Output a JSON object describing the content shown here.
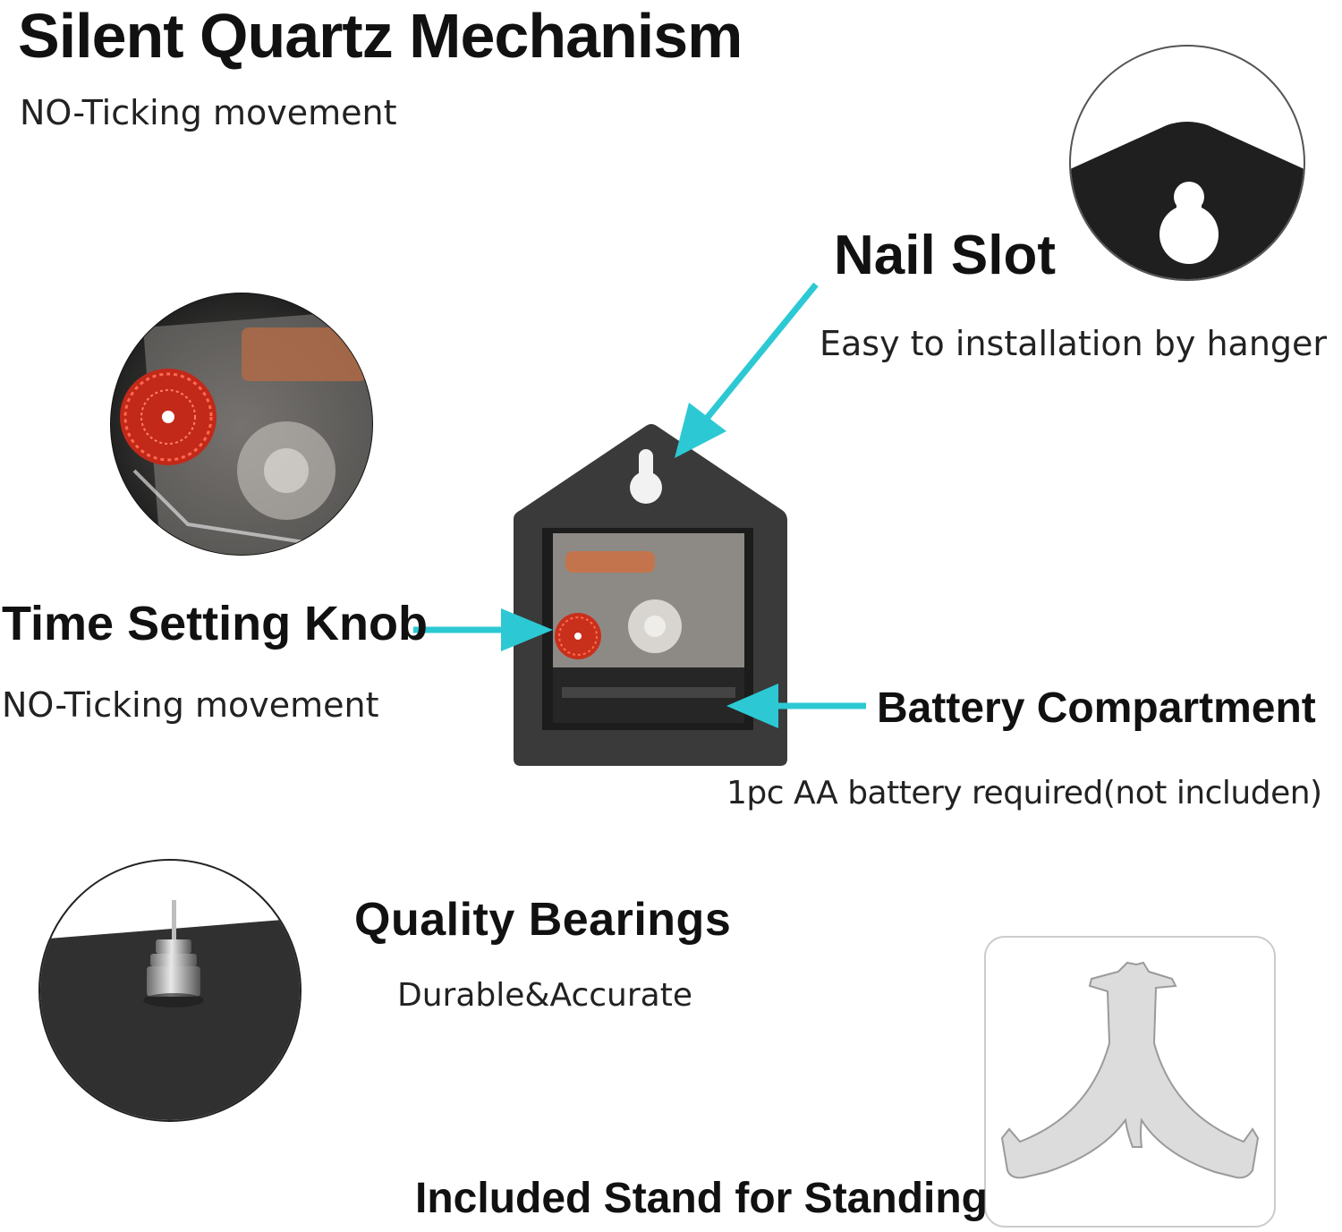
{
  "header": {
    "title": "Silent Quartz Mechanism",
    "subtitle": "NO-Ticking movement"
  },
  "callouts": {
    "nail_slot": {
      "title": "Nail Slot",
      "desc": "Easy to installation by hanger"
    },
    "time_knob": {
      "title": "Time Setting Knob",
      "desc": "NO-Ticking movement"
    },
    "battery": {
      "title": "Battery Compartment",
      "desc": "1pc AA battery required(not includen)"
    },
    "bearings": {
      "title": "Quality Bearings",
      "desc": "Durable&Accurate"
    },
    "stand": {
      "title": "Included Stand for Standing"
    }
  },
  "colors": {
    "arrow": "#2cc9d4",
    "knob": "#d9321f",
    "panel": "#3a3a3a",
    "text": "#111111"
  },
  "icons": [
    "keyhole-icon",
    "arrow-icon"
  ]
}
